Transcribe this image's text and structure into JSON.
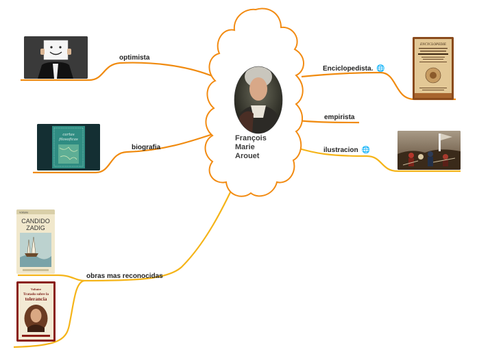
{
  "central_topic": {
    "lines": [
      "François",
      "Marie",
      "Arouet"
    ]
  },
  "branches": {
    "optimista": {
      "label": "optimista"
    },
    "biografia": {
      "label": "biografia"
    },
    "obras": {
      "label": "obras mas reconocidas"
    },
    "enciclopedista": {
      "label": "Enciclopedista.",
      "icon": "globe-link-icon"
    },
    "empirista": {
      "label": "empirista"
    },
    "ilustracion": {
      "label": "ilustracion",
      "icon": "globe-link-icon"
    }
  },
  "images": {
    "book_candido": {
      "line1": "CANDIDO",
      "line2": "ZADIG",
      "author": "Voltaire"
    },
    "book_tratado": {
      "author": "Voltaire",
      "title1": "Tratado sobre la",
      "title2": "tolerancia"
    },
    "book_cartas": {
      "line1": "cartas",
      "line2": "filosoficas"
    },
    "encyclopedie": {
      "title": "ENCYCLOPEDIE"
    }
  },
  "colors": {
    "orange_line": "#f08a0e",
    "yellow_line": "#f5b418",
    "cloud_stroke": "#f28b12"
  }
}
